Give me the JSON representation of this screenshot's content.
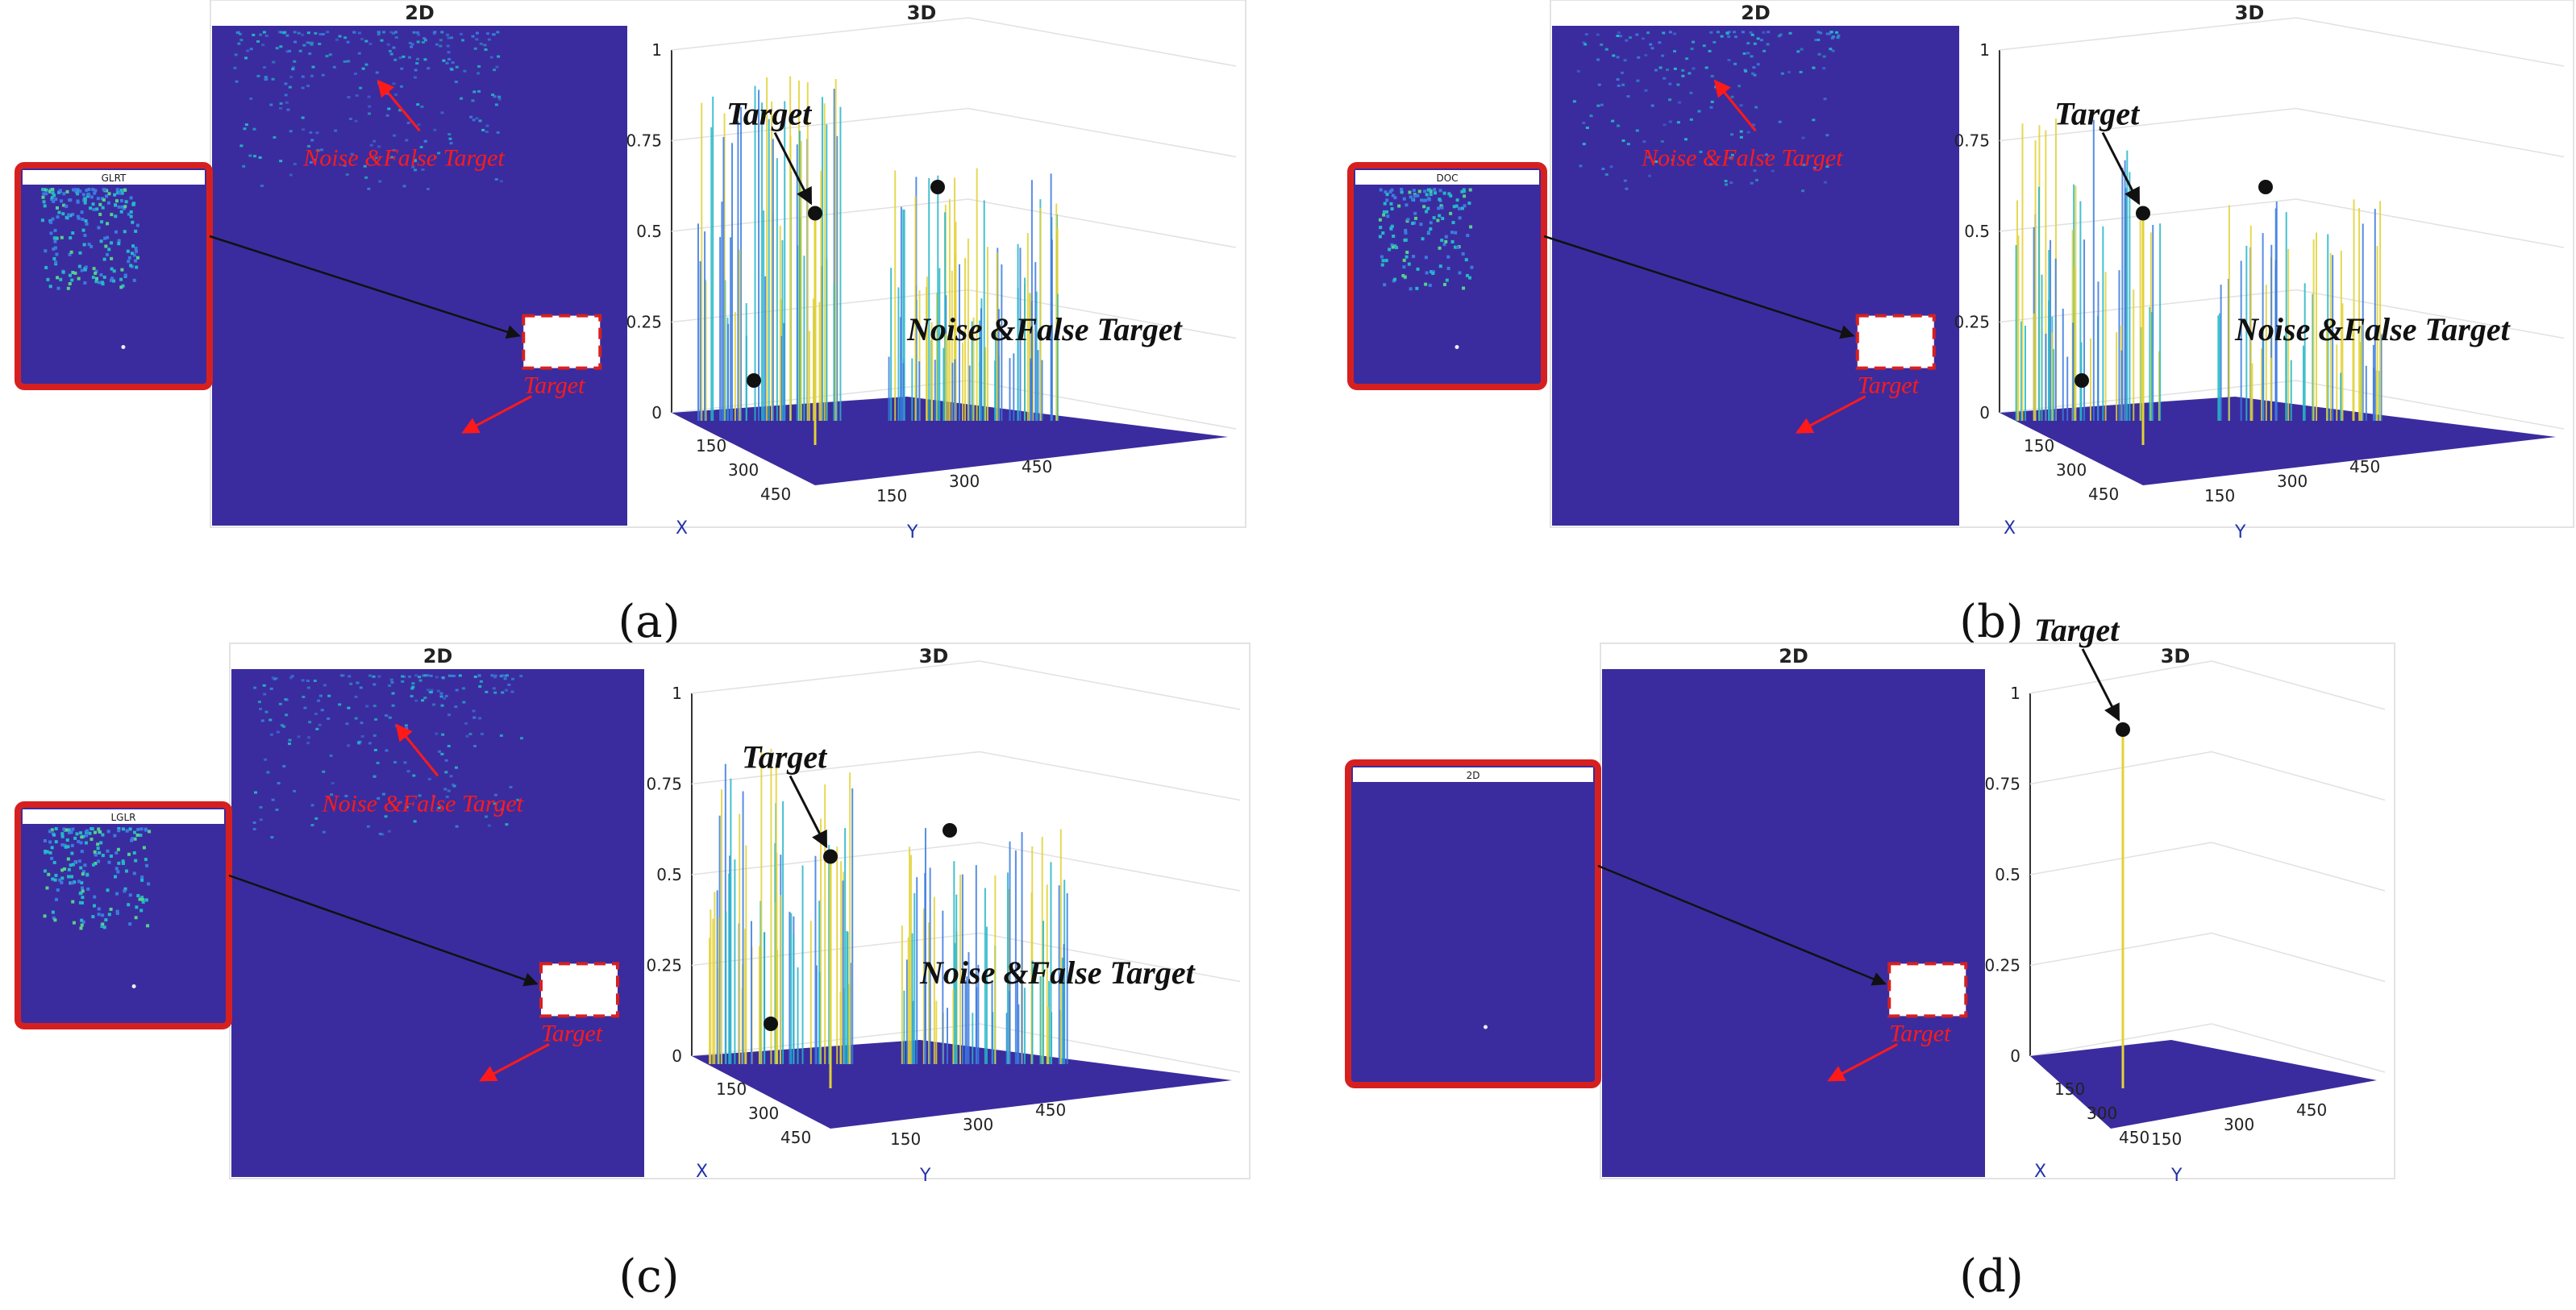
{
  "panels": [
    {
      "id": "a",
      "caption": "(a)",
      "title_2d": "2D",
      "title_3d": "3D",
      "inset_title": "GLRT",
      "annotation_noise_2d": "Noise &False Target",
      "annotation_target_2d": "Target",
      "annotation_target_3d": "Target",
      "annotation_noise_3d": "Noise &False Target",
      "z_ticks": [
        "1",
        "0.75",
        "0.5",
        "0.25",
        "0"
      ],
      "x_ticks": [
        "150",
        "300",
        "450"
      ],
      "y_ticks": [
        "150",
        "300",
        "450"
      ],
      "x_label": "X",
      "y_label": "Y",
      "noise_level": 1.0,
      "peak_height": 0.55
    },
    {
      "id": "b",
      "caption": "(b)",
      "title_2d": "2D",
      "title_3d": "3D",
      "inset_title": "DOC",
      "annotation_noise_2d": "Noise &False Target",
      "annotation_target_2d": "Target",
      "annotation_target_3d": "Target",
      "annotation_noise_3d": "Noise &False Target",
      "z_ticks": [
        "1",
        "0.75",
        "0.5",
        "0.25",
        "0"
      ],
      "x_ticks": [
        "150",
        "300",
        "450"
      ],
      "y_ticks": [
        "150",
        "300",
        "450"
      ],
      "x_label": "X",
      "y_label": "Y",
      "noise_level": 0.7,
      "peak_height": 0.55
    },
    {
      "id": "c",
      "caption": "(c)",
      "title_2d": "2D",
      "title_3d": "3D",
      "inset_title": "LGLR",
      "annotation_noise_2d": "Noise &False Target",
      "annotation_target_2d": "Target",
      "annotation_target_3d": "Target",
      "annotation_noise_3d": "Noise &False Target",
      "z_ticks": [
        "1",
        "0.75",
        "0.5",
        "0.25",
        "0"
      ],
      "x_ticks": [
        "150",
        "300",
        "450"
      ],
      "y_ticks": [
        "150",
        "300",
        "450"
      ],
      "x_label": "X",
      "y_label": "Y",
      "noise_level": 0.85,
      "peak_height": 0.55
    },
    {
      "id": "d",
      "caption": "(d)",
      "title_2d": "2D",
      "title_3d": "3D",
      "inset_title": "2D",
      "annotation_noise_2d": "",
      "annotation_target_2d": "Target",
      "annotation_target_3d": "Target",
      "annotation_noise_3d": "",
      "z_ticks": [
        "1",
        "0.75",
        "0.5",
        "0.25",
        "0"
      ],
      "x_ticks": [
        "150",
        "300",
        "450"
      ],
      "y_ticks": [
        "150",
        "300",
        "450"
      ],
      "x_label": "X",
      "y_label": "Y",
      "noise_level": 0.0,
      "peak_height": 0.9
    }
  ],
  "colors": {
    "background_map": "#3a2c9e",
    "noise_cyan": "#25b7c8",
    "noise_blue": "#3b7be0",
    "noise_yellow": "#e2d236",
    "panel_frame": "#d62020",
    "annotation_red": "#ff1a1a",
    "annotation_black": "#111111"
  }
}
